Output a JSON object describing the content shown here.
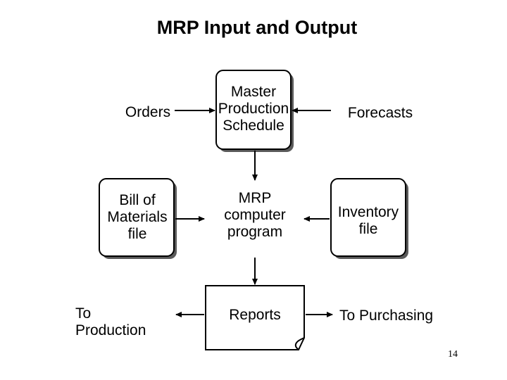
{
  "title": "MRP Input and Output",
  "nodes": {
    "orders": "Orders",
    "master_schedule": "Master\nProduction\nSchedule",
    "forecasts": "Forecasts",
    "bom": "Bill of\nMaterials\nfile",
    "mrp_program": "MRP\ncomputer\nprogram",
    "inventory": "Inventory\nfile",
    "to_production": "To\nProduction",
    "reports": "Reports",
    "to_purchasing": "To Purchasing"
  },
  "page_number": "14"
}
